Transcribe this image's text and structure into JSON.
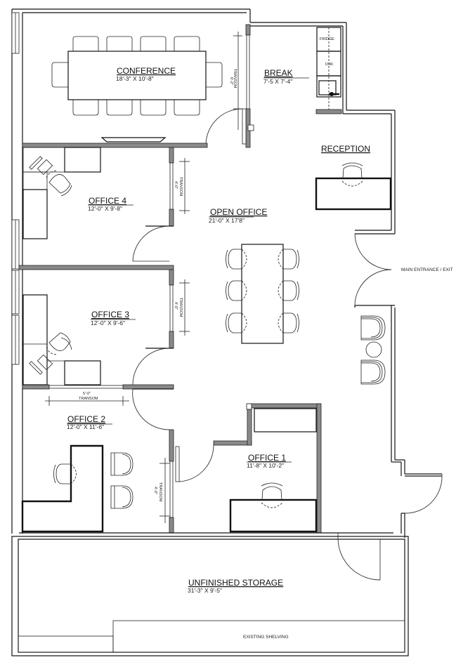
{
  "rooms": {
    "conference": {
      "title": "CONFERENCE",
      "dims": "18'-3\" X 10'-8\""
    },
    "break": {
      "title": "BREAK",
      "dims": "7'-5 X 7'-4\""
    },
    "reception": {
      "title": "RECEPTION"
    },
    "office4": {
      "title": "OFFICE 4",
      "dims": "12'-0\" X 9'-8\""
    },
    "open_office": {
      "title": "OPEN OFFICE",
      "dims": "21'-0\" X 17'8\""
    },
    "office3": {
      "title": "OFFICE 3",
      "dims": "12'-0\" X 9'-6\""
    },
    "office2": {
      "title": "OFFICE 2",
      "dims": "12'-0\" X 11'-6\""
    },
    "office1": {
      "title": "OFFICE 1",
      "dims": "11'-8\" X 10'-2\""
    },
    "storage": {
      "title": "UNFINISHED STORAGE",
      "dims": "31'-3\" X 9'-5\""
    }
  },
  "appliances": {
    "fridge": "FRIDGE",
    "dishwasher": "D/W."
  },
  "labels": {
    "main_entrance": "MAIN ENTRANCE / EXIT",
    "existing_shelving": "EXISTING SHELVING"
  },
  "transoms": {
    "conference": {
      "size": "6'-2\"",
      "label": "TRANSOM"
    },
    "office4": {
      "size": "4'-0\"",
      "label": "TRANSOM"
    },
    "office3": {
      "size": "4'-0\"",
      "label": "TRANSOM"
    },
    "office2_top": {
      "size": "5'-0\"",
      "label": "TRANSOM"
    },
    "office2_side": {
      "size": "4'-0\"",
      "label": "TRANSOM"
    }
  },
  "colors": {
    "wall_fill": "#8a8a8a",
    "line": "#111111",
    "background": "#ffffff"
  }
}
